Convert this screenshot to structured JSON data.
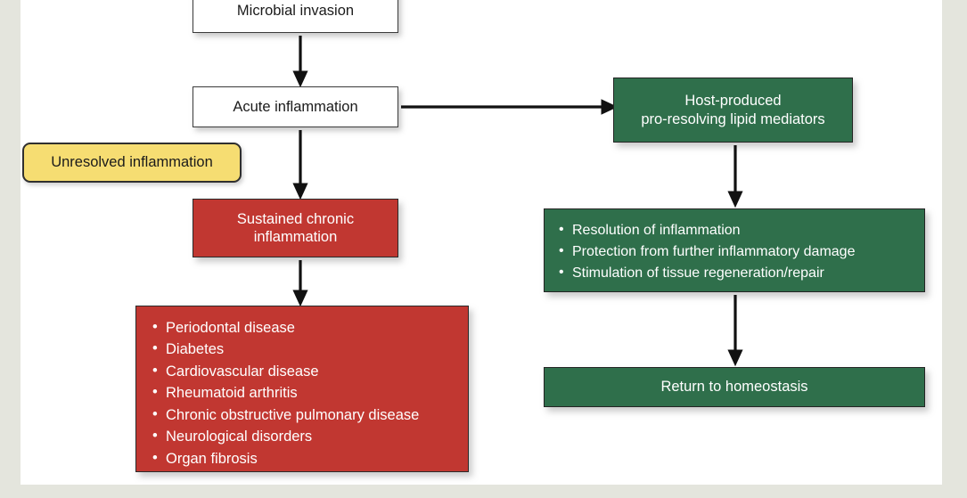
{
  "figure": {
    "type": "flowchart",
    "description": "Pathways following microbial invasion: unresolved inflammation leading to chronic disease versus host-produced pro-resolving lipid mediators leading to resolution and homeostasis",
    "background_color": "#e4e5dd",
    "canvas_color": "#ffffff",
    "palette": {
      "red": "#c13731",
      "green": "#2f6f4b",
      "yellow": "#f6dd72",
      "plain": "#ffffff",
      "outline": "#2a2a2a",
      "arrow": "#111111"
    }
  },
  "nodes": {
    "microbial_invasion": {
      "label": "Microbial invasion",
      "style": "plain"
    },
    "acute_inflammation": {
      "label": "Acute inflammation",
      "style": "plain"
    },
    "unresolved_inflammation": {
      "label": "Unresolved inflammation",
      "style": "yellow"
    },
    "sustained_chronic_inflammation": {
      "line1": "Sustained chronic",
      "line2": "inflammation",
      "style": "red"
    },
    "host_produced_mediators": {
      "line1": "Host-produced",
      "line2": "pro-resolving lipid mediators",
      "style": "green"
    },
    "return_to_homeostasis": {
      "label": "Return to homeostasis",
      "style": "green"
    }
  },
  "disease_outcomes": {
    "style": "red",
    "items": [
      "Periodontal disease",
      "Diabetes",
      "Cardiovascular disease",
      "Rheumatoid arthritis",
      "Chronic obstructive pulmonary disease",
      "Neurological disorders",
      "Organ fibrosis"
    ]
  },
  "resolution_outcomes": {
    "style": "green",
    "items": [
      "Resolution of inflammation",
      "Protection from further inflammatory damage",
      "Stimulation of tissue regeneration/repair"
    ]
  },
  "edges": [
    {
      "name": "microbial-to-acute",
      "direction": "down"
    },
    {
      "name": "acute-to-mediators",
      "direction": "right"
    },
    {
      "name": "acute-to-chronic",
      "direction": "down"
    },
    {
      "name": "chronic-to-diseases",
      "direction": "down"
    },
    {
      "name": "mediators-to-resolution",
      "direction": "down"
    },
    {
      "name": "resolution-to-homeostasis",
      "direction": "down"
    }
  ]
}
